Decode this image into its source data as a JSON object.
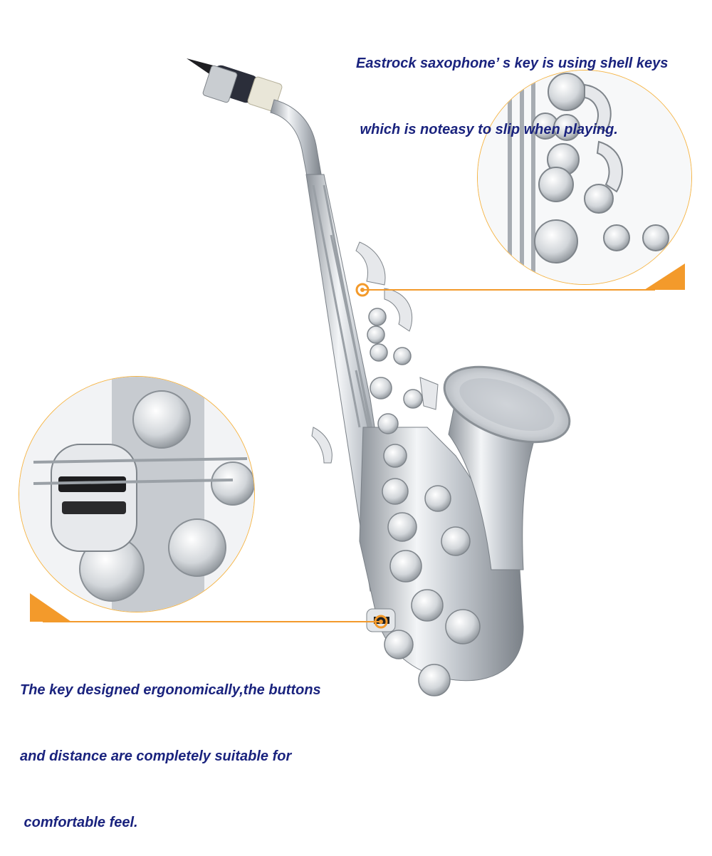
{
  "captions": {
    "top_line1": "Eastrock saxophone’ s key is using shell keys",
    "top_line2": " which is noteasy to slip when playing.",
    "bottom_line1": "The key designed ergonomically,the buttons",
    "bottom_line2": "and distance are completely suitable for",
    "bottom_line3": " comfortable feel."
  },
  "colors": {
    "caption": "#1a237e",
    "accent": "#f39a2b",
    "silver": "#cfd3d8",
    "silver_dark": "#8f959c"
  }
}
